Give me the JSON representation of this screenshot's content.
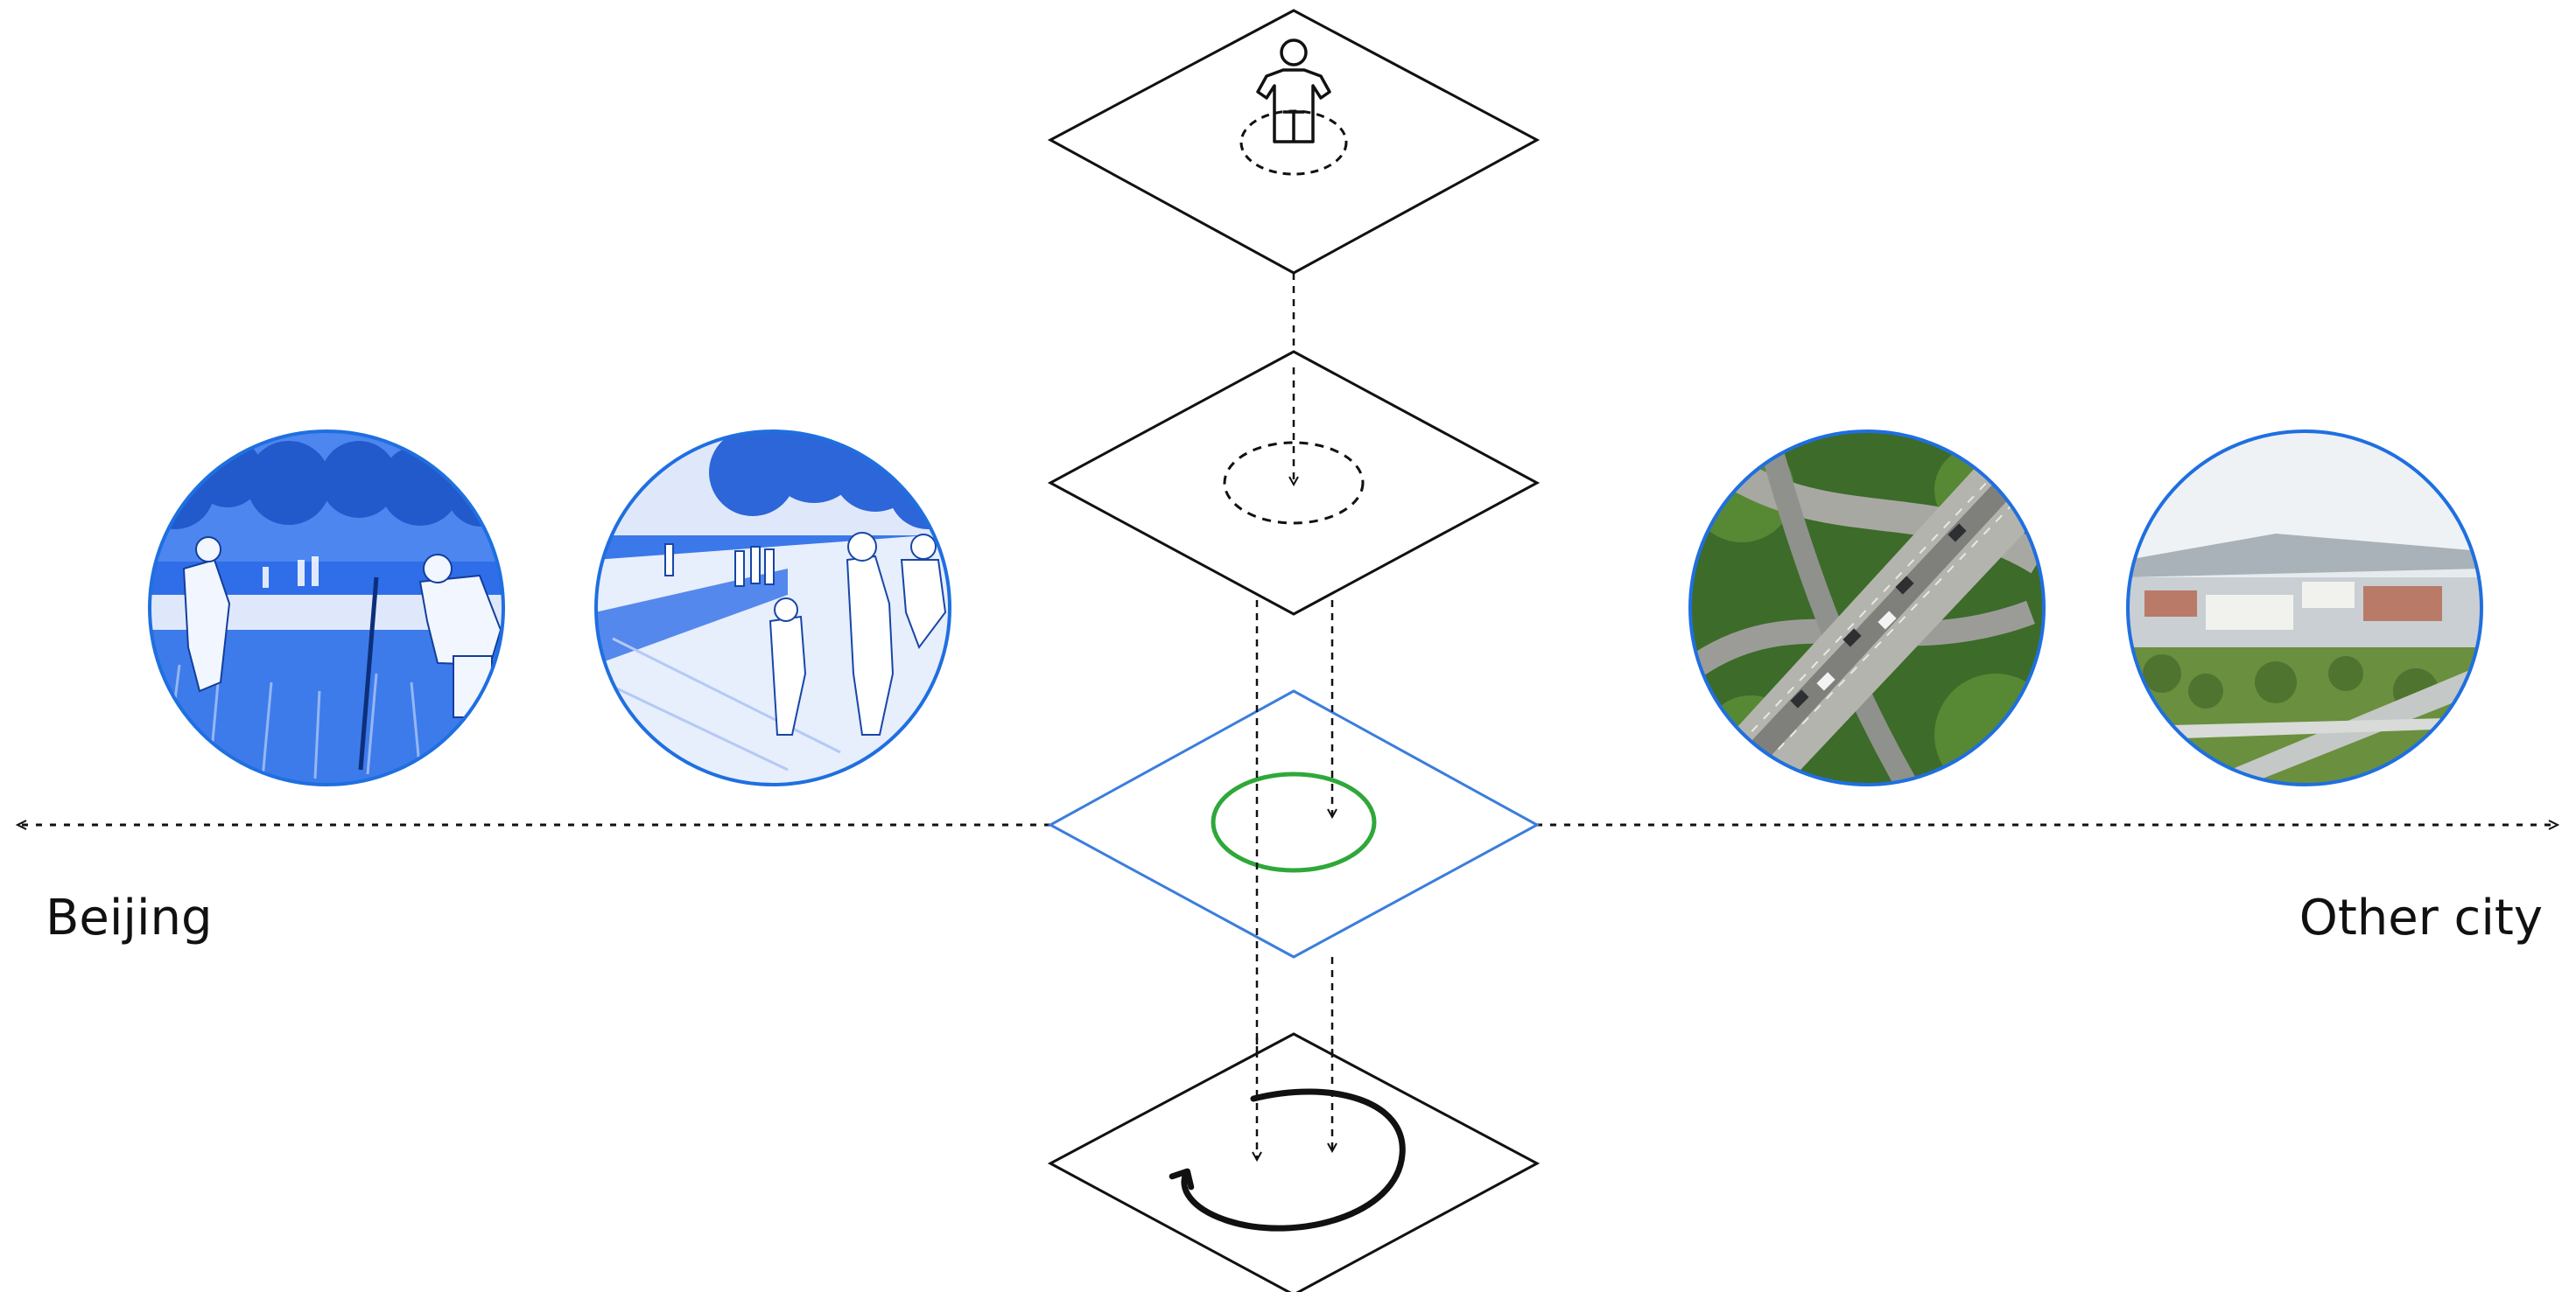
{
  "labels": {
    "left": "Beijing",
    "right": "Other city"
  },
  "colors": {
    "line": "#111111",
    "highlight_plane": "#3b7ddd",
    "highlight_circle": "#2ea83a",
    "photo_border": "#1f6fe0",
    "duotone_blue": "#2f6ee8"
  },
  "icons": {
    "person": "person-icon",
    "cycle": "circular-arrow-icon"
  },
  "photos": [
    {
      "name": "photo-people-working-in-field",
      "style": "blue duotone"
    },
    {
      "name": "photo-family-walking-on-path",
      "style": "blue duotone"
    },
    {
      "name": "photo-highway-interchange-aerial",
      "style": "full color"
    },
    {
      "name": "photo-city-aerial-view",
      "style": "full color"
    }
  ]
}
